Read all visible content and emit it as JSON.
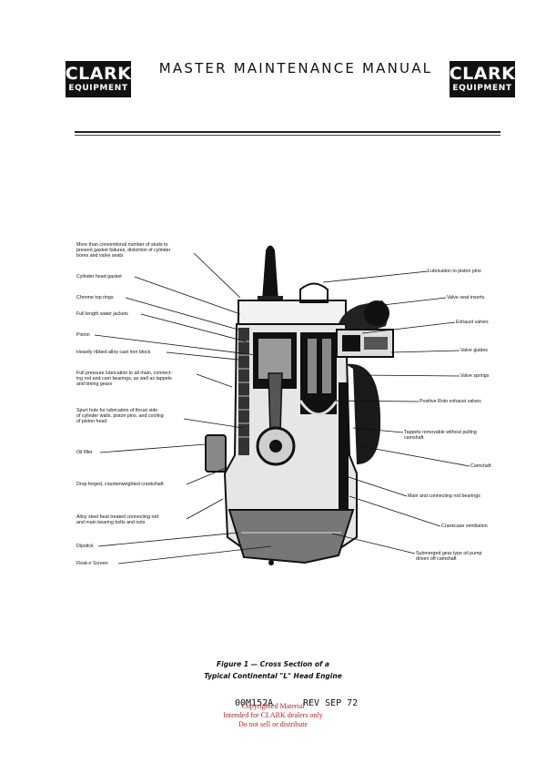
{
  "header": {
    "title": "MASTER MAINTENANCE MANUAL",
    "logo_line1": "CLARK",
    "logo_line2": "EQUIPMENT"
  },
  "labels_left": [
    "More than conventional number of studs to\nprevent gasket failures, distortion of cylinder\nbores and valve seats",
    "Cylinder head gasket",
    "Chrome top rings",
    "Full length water jackets",
    "Piston",
    "Heavily ribbed alloy cast iron block",
    "Full pressure lubrication to all main, connect-\ning rod and cam bearings, as well as tappets\nand timing gears",
    "Spurt hole for lubrication of thrust side\nof cylinder walls, piston pins, and cooling\nof piston head",
    "Oil filler",
    "Drop forged, counterweighted crankshaft",
    "Alloy steel heat treated connecting rod\nand main bearing bolts and nuts",
    "Dipstick",
    "Float-o Screen"
  ],
  "labels_right": [
    "Lubrication to piston pins",
    "Valve seat inserts",
    "Exhaust valves",
    "Valve guides",
    "Valve springs",
    "Positive Roto exhaust valves",
    "Tappets removable without pulling\ncamshaft",
    "Camshaft",
    "Main and connecting rod bearings",
    "Crankcase ventilation",
    "Submerged gear type oil pump\ndriven off camshaft"
  ],
  "caption": {
    "line1": "Figure  1  — Cross Section of a",
    "line2": "Typical Continental \"L\" Head Engine"
  },
  "footer": {
    "doc_number": "00M152A",
    "revision": "REV SEP 72",
    "watermark_line1": "Copyrighted Material",
    "watermark_line2": "Intended for CLARK dealers only",
    "watermark_line3": "Do not sell or distribute"
  }
}
